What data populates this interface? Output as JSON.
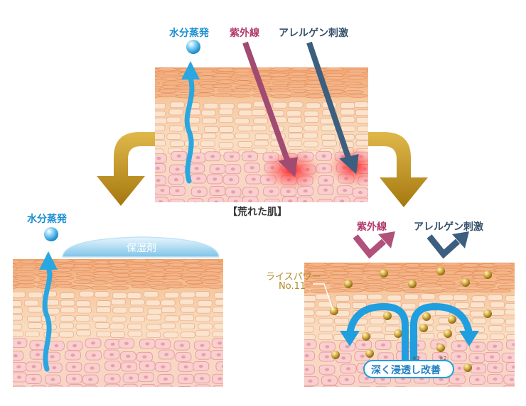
{
  "top_panel": {
    "caption": "【荒れた肌】",
    "evaporation_label": "水分蒸発",
    "uv_label": "紫外線",
    "allergen_label": "アレルゲン刺激"
  },
  "left_panel": {
    "evaporation_label": "水分蒸発",
    "moisturizer_label": "保湿剤"
  },
  "right_panel": {
    "uv_label": "紫外線",
    "allergen_label": "アレルゲン刺激",
    "ingredient_label_1": "ライスパワー",
    "ingredient_label_2": "No.11",
    "penetration_label": "深く浸透し改善",
    "note_mark_1": "※1",
    "note_mark_2": "※2"
  },
  "colors": {
    "skin_dark": "#f1a36e",
    "skin_light": "#fbe3c9",
    "cell_pink": "#f7c6c6",
    "gold_arrow": "#b8860b",
    "blue_arrow": "#2aa7e0",
    "uv_arrow": "#a14a72",
    "allergen_arrow": "#3d5f7f",
    "label_blue": "#1d8fd2",
    "label_magenta": "#b23a6b",
    "label_navy": "#35506b",
    "label_gold": "#b38b2a",
    "redness": "#ff2020"
  }
}
